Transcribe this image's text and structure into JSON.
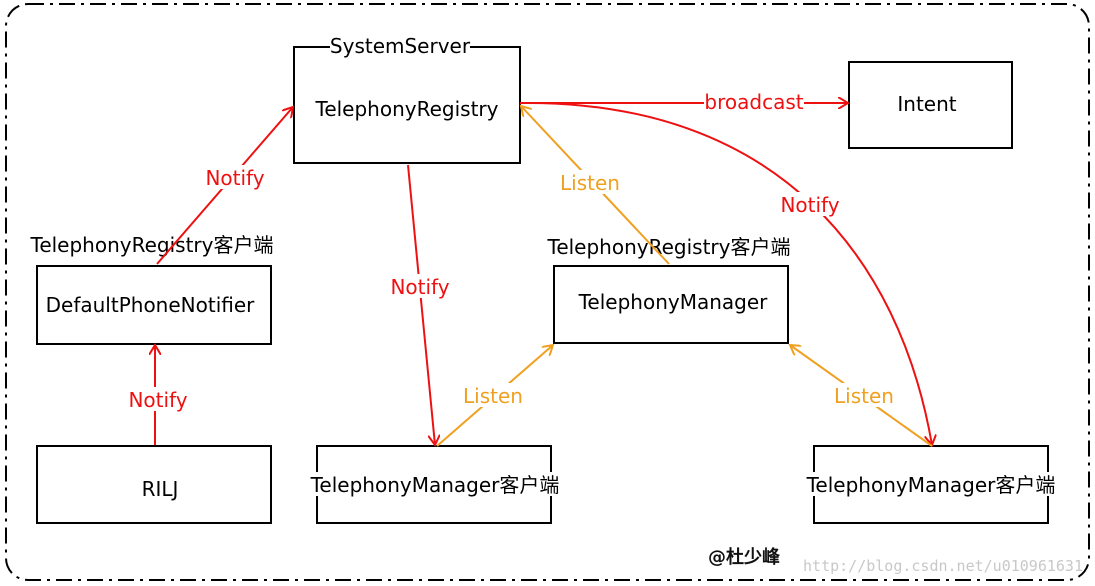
{
  "colors": {
    "notify": "#ee1111",
    "listen": "#f0a020",
    "box_border": "#000000",
    "watermark": "#c8c8c8"
  },
  "nodes": {
    "system_server_label": "SystemServer",
    "telephony_registry": "TelephonyRegistry",
    "intent": "Intent",
    "default_phone_notifier": "DefaultPhoneNotifier",
    "default_phone_notifier_caption": "TelephonyRegistry客户端",
    "telephony_manager": "TelephonyManager",
    "telephony_manager_caption": "TelephonyRegistry客户端",
    "rilj": "RILJ",
    "tm_client_left": "TelephonyManager客户端",
    "tm_client_right": "TelephonyManager客户端"
  },
  "edges": {
    "broadcast": "broadcast",
    "notify_registry_from_notifier": "Notify",
    "notify_left_client": "Notify",
    "notify_right_client": "Notify",
    "notify_rilj": "Notify",
    "listen_registry": "Listen",
    "listen_left_client": "Listen",
    "listen_right_client": "Listen"
  },
  "watermark": {
    "author": "@杜少峰",
    "url": "http://blog.csdn.net/u010961631"
  }
}
